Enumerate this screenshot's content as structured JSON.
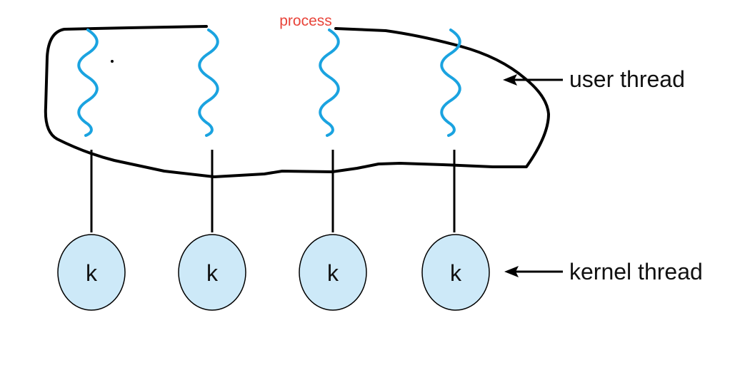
{
  "process_label": "process",
  "user_thread_label": "user thread",
  "kernel_thread_label": "kernel thread",
  "kernel_nodes": [
    {
      "label": "k"
    },
    {
      "label": "k"
    },
    {
      "label": "k"
    },
    {
      "label": "k"
    }
  ],
  "colors": {
    "process_label": "#e8443a",
    "thread_wave": "#1aa3e0",
    "kernel_fill": "#cde9f8",
    "outline": "#000000",
    "text": "#111111"
  }
}
